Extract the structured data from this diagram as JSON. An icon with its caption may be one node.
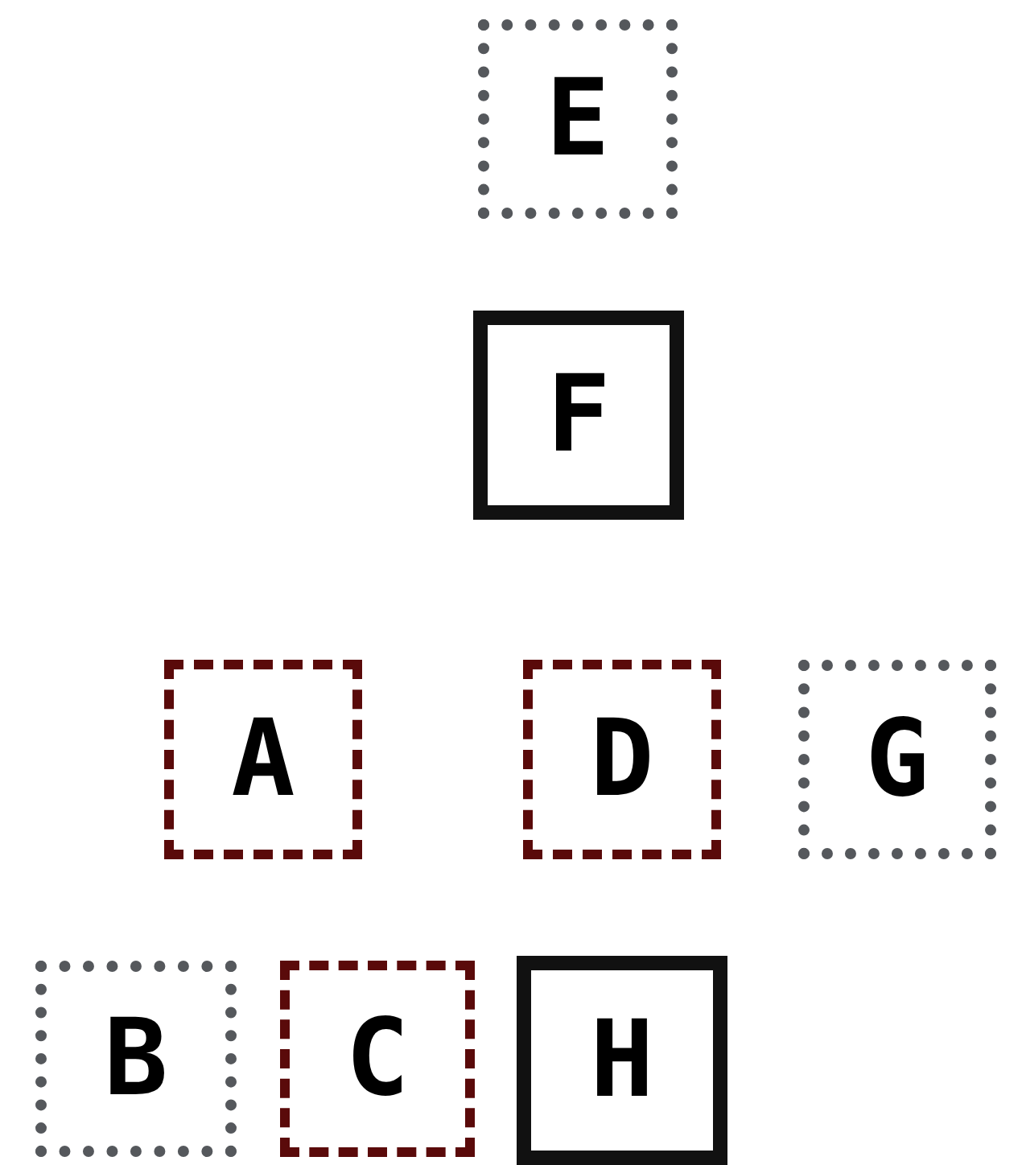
{
  "diagram": {
    "nodes": [
      {
        "text": [
          "E"
        ]
      },
      {
        "text": [
          "F"
        ]
      },
      {
        "text": [
          "A"
        ]
      },
      {
        "text": [
          "D"
        ]
      },
      {
        "text": [
          "G"
        ]
      },
      {
        "text": [
          "B"
        ]
      },
      {
        "text": [
          "C"
        ]
      },
      {
        "text": [
          "H"
        ]
      }
    ]
  }
}
